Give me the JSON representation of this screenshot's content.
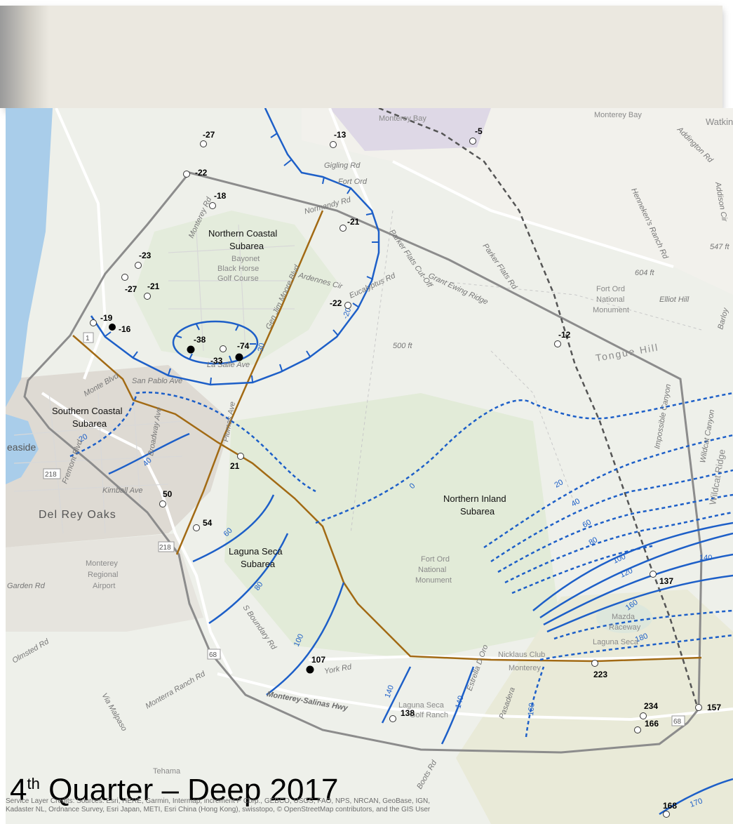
{
  "title": {
    "prefix": "4",
    "sup": "th",
    "rest": " Quarter – Deep 2017"
  },
  "credits": "Service Layer Credits: Sources: Esri, HERE, Garmin, Intermap, increment P Corp., GEBCO, USGS, FAO, NPS, NRCAN, GeoBase, IGN, Kadaster NL, Ordnance Survey, Esri Japan, METI, Esri China (Hong Kong), swisstopo, © OpenStreetMap contributors, and the GIS User",
  "colors": {
    "contour": "#1d5fc8",
    "boundary": "#8c8c8c",
    "subarea_divider": "#a26a14",
    "fault": "#555555",
    "ocean": "#a9cdea",
    "urban": "#d6d3cc",
    "park": "#e2ebd8"
  },
  "subareas": [
    {
      "id": "northern-coastal",
      "lines": [
        "Northern Coastal",
        "Subarea"
      ]
    },
    {
      "id": "southern-coastal",
      "lines": [
        "Southern Coastal",
        "Subarea"
      ]
    },
    {
      "id": "laguna-seca",
      "lines": [
        "Laguna Seca",
        "Subarea"
      ]
    },
    {
      "id": "northern-inland",
      "lines": [
        "Northern Inland",
        "Subarea"
      ]
    }
  ],
  "wells": [
    {
      "label": "-27",
      "filled": false
    },
    {
      "label": "-22",
      "filled": false
    },
    {
      "label": "-18",
      "filled": false
    },
    {
      "label": "-13",
      "filled": false
    },
    {
      "label": "-5",
      "filled": false
    },
    {
      "label": "-21",
      "filled": false
    },
    {
      "label": "-23",
      "filled": false
    },
    {
      "label": "-27",
      "filled": false
    },
    {
      "label": "-21",
      "filled": false
    },
    {
      "label": "-22",
      "filled": false
    },
    {
      "label": "-19",
      "filled": false
    },
    {
      "label": "-16",
      "filled": true
    },
    {
      "label": "-38",
      "filled": true
    },
    {
      "label": "-33",
      "filled": false
    },
    {
      "label": "-74",
      "filled": true
    },
    {
      "label": "-12",
      "filled": false
    },
    {
      "label": "21",
      "filled": false
    },
    {
      "label": "50",
      "filled": false
    },
    {
      "label": "54",
      "filled": false
    },
    {
      "label": "107",
      "filled": true
    },
    {
      "label": "137",
      "filled": false
    },
    {
      "label": "223",
      "filled": false
    },
    {
      "label": "138",
      "filled": false
    },
    {
      "label": "234",
      "filled": false
    },
    {
      "label": "166",
      "filled": false
    },
    {
      "label": "157",
      "filled": false
    },
    {
      "label": "168",
      "filled": false
    }
  ],
  "contour_labels": [
    "-20",
    "-30",
    "20",
    "40",
    "0",
    "60",
    "80",
    "100",
    "20",
    "40",
    "60",
    "80",
    "100",
    "120",
    "140",
    "160",
    "180",
    "140",
    "140",
    "160",
    "170"
  ],
  "place_labels": [
    "Monterey Bay",
    "Monterey Bay",
    "Watkins",
    "Gigling Rd",
    "Fort Ord",
    "Normandy Rd",
    "Parker Flats Cut-Off",
    "Parker Flats Rd",
    "Henneken's Ranch Rd",
    "547 ft",
    "604 ft",
    "Fort Ord",
    "National",
    "Monument",
    "Elliot Hill",
    "Bayonet",
    "Black Horse",
    "Golf Course",
    "Ardennes Cir",
    "Eucalyptus Rd",
    "Grant Ewing Ridge",
    "Gen Jim Moore Blvd",
    "500 ft",
    "Tongue Hill",
    "Impossible Canyon",
    "Wildcat Canyon",
    "Wildcat Ridge",
    "La Salle Ave",
    "San Pablo Ave",
    "Monterey Rd",
    "Monte Blvd",
    "Fremont Blvd",
    "Broadway Ave",
    "Plumas Ave",
    "Kimball Ave",
    "easide",
    "Del Rey Oaks",
    "Monterey",
    "Regional",
    "Airport",
    "Garden Rd",
    "Fort Ord",
    "National",
    "Monument",
    "Mazda",
    "Raceway",
    "Laguna Seca",
    "Nicklaus Club",
    "Monterey",
    "York Rd",
    "S Boundary Rd",
    "Monterey-Salinas Hwy",
    "Laguna Seca",
    "Golf Ranch",
    "Pasadera",
    "Estrella D Oro",
    "Olmsted Rd",
    "Via Malpaso",
    "Monterra Ranch Rd",
    "Tehama",
    "Boots Rd",
    "Addington Rd",
    "Barloy",
    "Addison Cir"
  ]
}
